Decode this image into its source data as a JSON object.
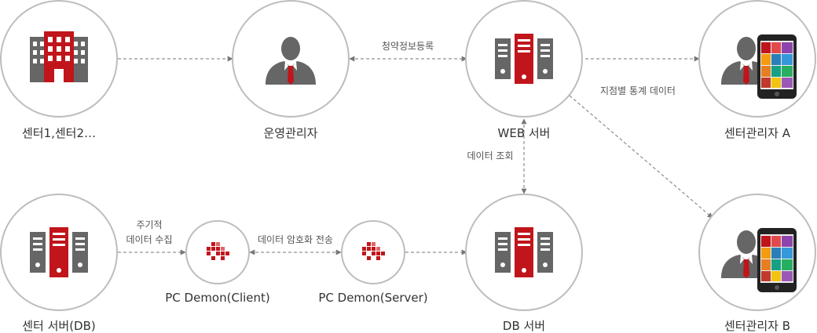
{
  "nodes": {
    "centers": {
      "label": "센터1,센터2…"
    },
    "operator": {
      "label": "운영관리자"
    },
    "web_server": {
      "label": "WEB 서버"
    },
    "center_admin_a": {
      "label": "센터관리자 A"
    },
    "center_server": {
      "label": "센터 서버(DB)"
    },
    "pc_client": {
      "label": "PC Demon(Client)"
    },
    "pc_server": {
      "label": "PC Demon(Server)"
    },
    "db_server": {
      "label": "DB 서버"
    },
    "center_admin_b": {
      "label": "센터관리자 B"
    }
  },
  "edges": {
    "subscription": "청약정보등록",
    "branch_stats": "지점별 통계 데이터",
    "data_query": "데이터 조회",
    "periodic_1": "주기적",
    "periodic_2": "데이터 수집",
    "encrypt_send": "데이터 암호화 전송"
  },
  "colors": {
    "accent": "#c0151b",
    "icon_gray": "#666666",
    "circle_border": "#bdbdbd",
    "line": "#777777"
  },
  "icons": {
    "building": "building-icon",
    "person": "person-icon",
    "server": "server-icon",
    "phone": "smartphone-icon",
    "demon": "pixel-logo-icon"
  }
}
